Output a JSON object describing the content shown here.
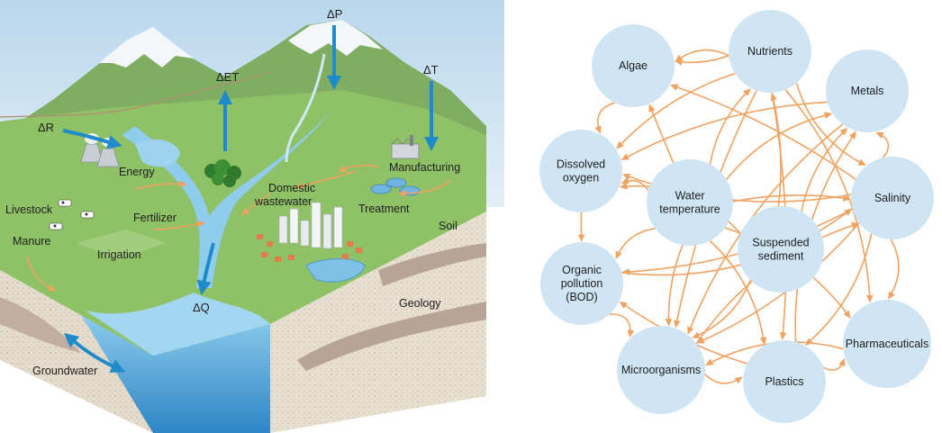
{
  "landscape": {
    "labels": {
      "delta_r": "ΔR",
      "delta_et": "ΔET",
      "delta_p": "ΔP",
      "delta_t": "ΔT",
      "delta_q": "ΔQ",
      "energy": "Energy",
      "manufacturing": "Manufacturing",
      "domestic_wastewater_1": "Domestic",
      "domestic_wastewater_2": "wastewater",
      "treatment": "Treatment",
      "fertilizer": "Fertilizer",
      "livestock": "Livestock",
      "manure": "Manure",
      "irrigation": "Irrigation",
      "soil": "Soil",
      "geology": "Geology",
      "groundwater": "Groundwater"
    },
    "colors": {
      "sky": "#cfe3f2",
      "mountain": "#86b56b",
      "snow": "#f4f7fa",
      "grass": "#8fc166",
      "water": "#79bfe6",
      "deep_water": "#3c96d2",
      "soil": "#e6dccb",
      "rock": "#b8a397",
      "arrow_blue": "#1f8bc8",
      "arrow_orange": "#f0a260"
    }
  },
  "network": {
    "nodes": [
      {
        "id": "nutrients",
        "lines": [
          "Nutrients"
        ]
      },
      {
        "id": "algae",
        "lines": [
          "Algae"
        ]
      },
      {
        "id": "metals",
        "lines": [
          "Metals"
        ]
      },
      {
        "id": "dissolved_oxygen",
        "lines": [
          "Dissolved",
          "oxygen"
        ]
      },
      {
        "id": "water_temperature",
        "lines": [
          "Water",
          "temperature"
        ]
      },
      {
        "id": "salinity",
        "lines": [
          "Salinity"
        ]
      },
      {
        "id": "suspended_sediment",
        "lines": [
          "Suspended",
          "sediment"
        ]
      },
      {
        "id": "organic_pollution",
        "lines": [
          "Organic",
          "pollution",
          "(BOD)"
        ]
      },
      {
        "id": "pharmaceuticals",
        "lines": [
          "Pharmaceuticals"
        ]
      },
      {
        "id": "microorganisms",
        "lines": [
          "Microorganisms"
        ]
      },
      {
        "id": "plastics",
        "lines": [
          "Plastics"
        ]
      }
    ],
    "colors": {
      "node_fill": "#cfe5f3",
      "edge": "#f0a260",
      "text": "#1e1e1e"
    }
  }
}
